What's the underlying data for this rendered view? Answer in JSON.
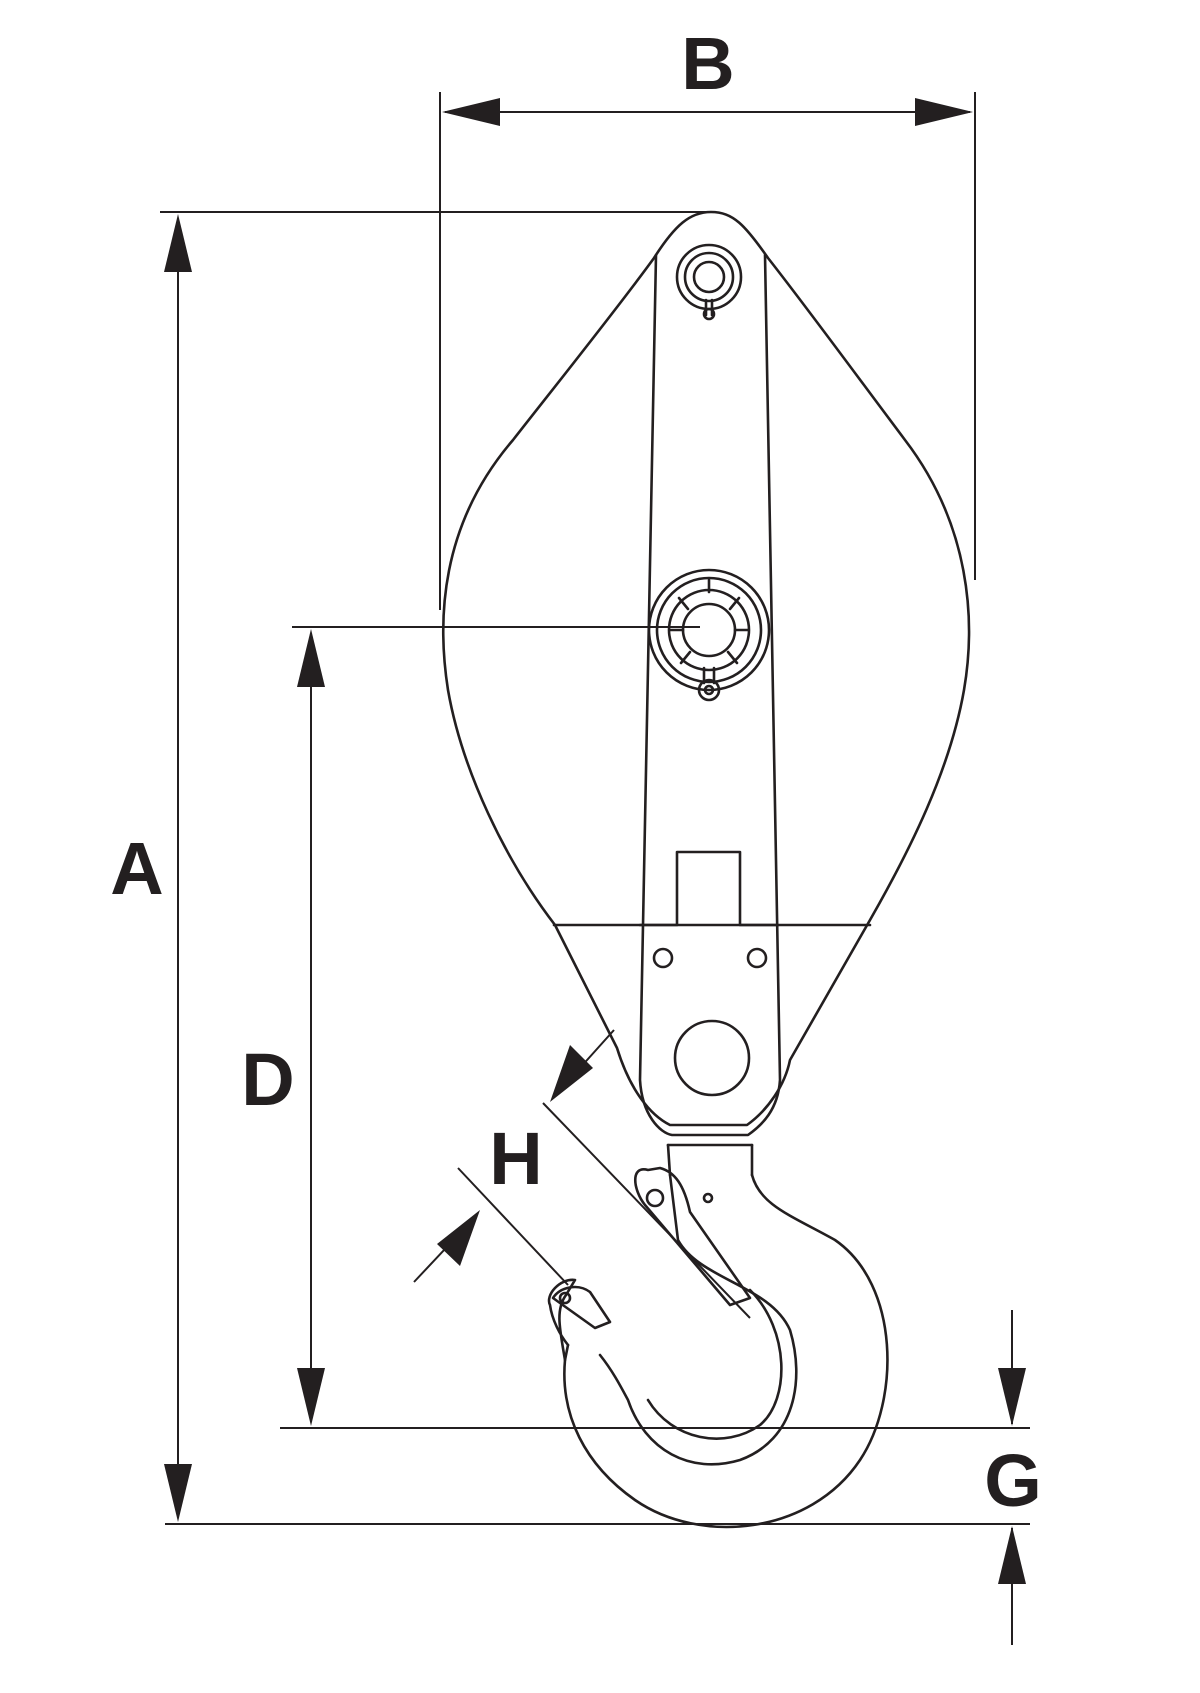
{
  "figure": {
    "labels": {
      "A": "A",
      "B": "B",
      "D": "D",
      "G": "G",
      "H": "H"
    },
    "line_color": "#231f20",
    "background": "#ffffff"
  }
}
